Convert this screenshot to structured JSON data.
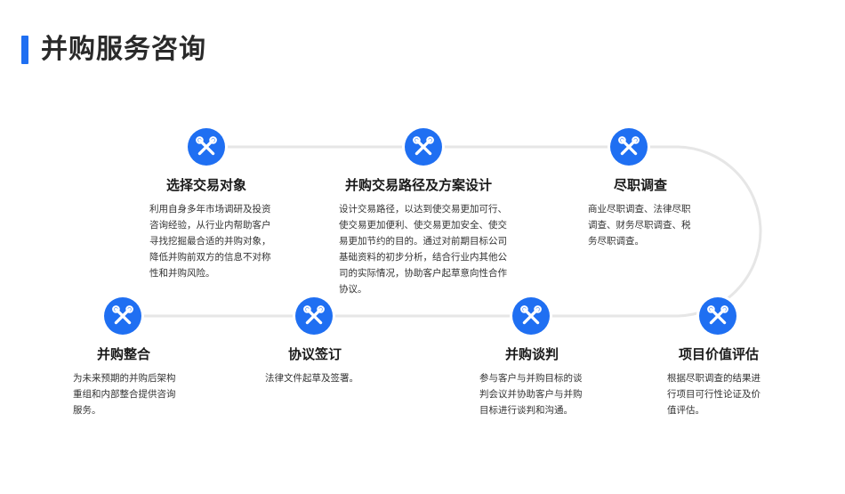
{
  "page": {
    "title": "并购服务咨询",
    "accent_color": "#1f6ff2",
    "track_color": "#e6e6e6"
  },
  "steps": [
    {
      "id": "select-target",
      "icon": "tools-icon",
      "title": "选择交易对象",
      "desc": "利用自身多年市场调研及投资咨询经验，从行业内帮助客户寻找挖掘最合适的并购对象， 降低并购前双方的信息不对称性和并购风险。"
    },
    {
      "id": "transaction-path",
      "icon": "tools-icon",
      "title": "并购交易路径及方案设计",
      "desc": "设计交易路径，以达到使交易更加可行、使交易更加便利、使交易更加安全、使交易更加节约的目的。通过对前期目标公司基础资料的初步分析，结合行业内其他公司的实际情况，协助客户起草意向性合作协议。"
    },
    {
      "id": "due-diligence",
      "icon": "tools-icon",
      "title": "尽职调查",
      "desc": "商业尽职调查、法律尽职调查、财务尽职调查、税务尽职调查。"
    },
    {
      "id": "valuation",
      "icon": "tools-icon",
      "title": "项目价值评估",
      "desc": "根据尽职调查的结果进行项目可行性论证及价值评估。"
    },
    {
      "id": "negotiation",
      "icon": "tools-icon",
      "title": "并购谈判",
      "desc": "参与客户与并购目标的谈判会议并协助客户与并购目标进行谈判和沟通。"
    },
    {
      "id": "agreement",
      "icon": "tools-icon",
      "title": "协议签订",
      "desc": "法律文件起草及签署。"
    },
    {
      "id": "integration",
      "icon": "tools-icon",
      "title": "并购整合",
      "desc": "为未来预期的并购后架构重组和内部整合提供咨询服务。"
    }
  ]
}
